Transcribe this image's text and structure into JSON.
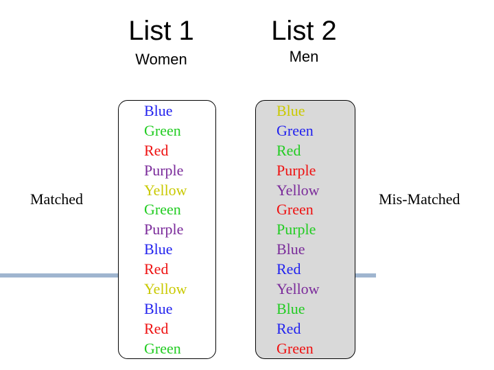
{
  "list1": {
    "title": "List 1",
    "subtitle": "Women",
    "words": [
      {
        "text": "Blue",
        "color": "#2222ee"
      },
      {
        "text": "Green",
        "color": "#22cc22"
      },
      {
        "text": "Red",
        "color": "#ee1111"
      },
      {
        "text": "Purple",
        "color": "#7a2a9a"
      },
      {
        "text": "Yellow",
        "color": "#c9c900"
      },
      {
        "text": "Green",
        "color": "#22cc22"
      },
      {
        "text": "Purple",
        "color": "#7a2a9a"
      },
      {
        "text": "Blue",
        "color": "#2222ee"
      },
      {
        "text": "Red",
        "color": "#ee1111"
      },
      {
        "text": "Yellow",
        "color": "#c9c900"
      },
      {
        "text": "Blue",
        "color": "#2222ee"
      },
      {
        "text": "Red",
        "color": "#ee1111"
      },
      {
        "text": "Green",
        "color": "#22cc22"
      }
    ]
  },
  "list2": {
    "title": "List 2",
    "subtitle": "Men",
    "words": [
      {
        "text": "Blue",
        "color": "#c9c900"
      },
      {
        "text": "Green",
        "color": "#2222ee"
      },
      {
        "text": "Red",
        "color": "#22cc22"
      },
      {
        "text": "Purple",
        "color": "#ee1111"
      },
      {
        "text": "Yellow",
        "color": "#7a2a9a"
      },
      {
        "text": "Green",
        "color": "#ee1111"
      },
      {
        "text": "Purple",
        "color": "#22cc22"
      },
      {
        "text": "Blue",
        "color": "#7a2a9a"
      },
      {
        "text": "Red",
        "color": "#2222ee"
      },
      {
        "text": "Yellow",
        "color": "#7a2a9a"
      },
      {
        "text": "Blue",
        "color": "#22cc22"
      },
      {
        "text": "Red",
        "color": "#2222ee"
      },
      {
        "text": "Green",
        "color": "#ee1111"
      }
    ]
  },
  "labels": {
    "matched": "Matched",
    "mismatched": "Mis-Matched"
  }
}
